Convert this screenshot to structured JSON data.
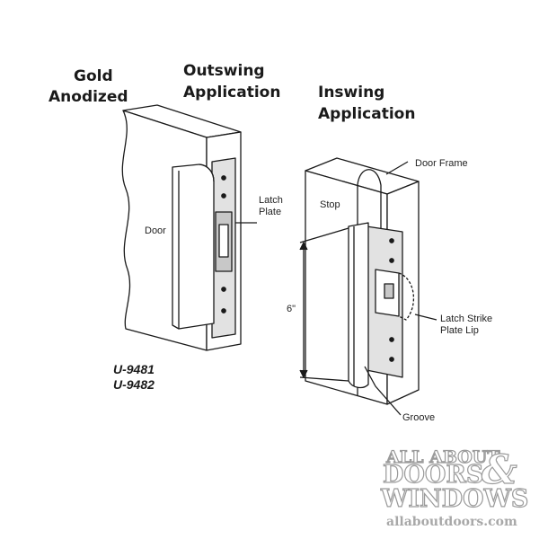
{
  "headings": {
    "finish_line1": "Gold",
    "finish_line2": "Anodized",
    "outswing_line1": "Outswing",
    "outswing_line2": "Application",
    "inswing_line1": "Inswing",
    "inswing_line2": "Application"
  },
  "callouts": {
    "door": "Door",
    "latch_plate_line1": "Latch",
    "latch_plate_line2": "Plate",
    "door_frame": "Door Frame",
    "stop": "Stop",
    "dimension": "6\"",
    "latch_strike_line1": "Latch Strike",
    "latch_strike_line2": "Plate Lip",
    "groove": "Groove"
  },
  "models": [
    "U-9481",
    "U-9482"
  ],
  "watermark": {
    "line1": "ALL ABOUT",
    "line2": "DOORS",
    "ampersand": "&",
    "line3": "WINDOWS",
    "url": "allaboutdoors.com"
  },
  "colors": {
    "ink": "#1a1a1a",
    "metal": "#d6d6d6",
    "wood": "#ffffff",
    "watermark": "#9a9a9a"
  }
}
